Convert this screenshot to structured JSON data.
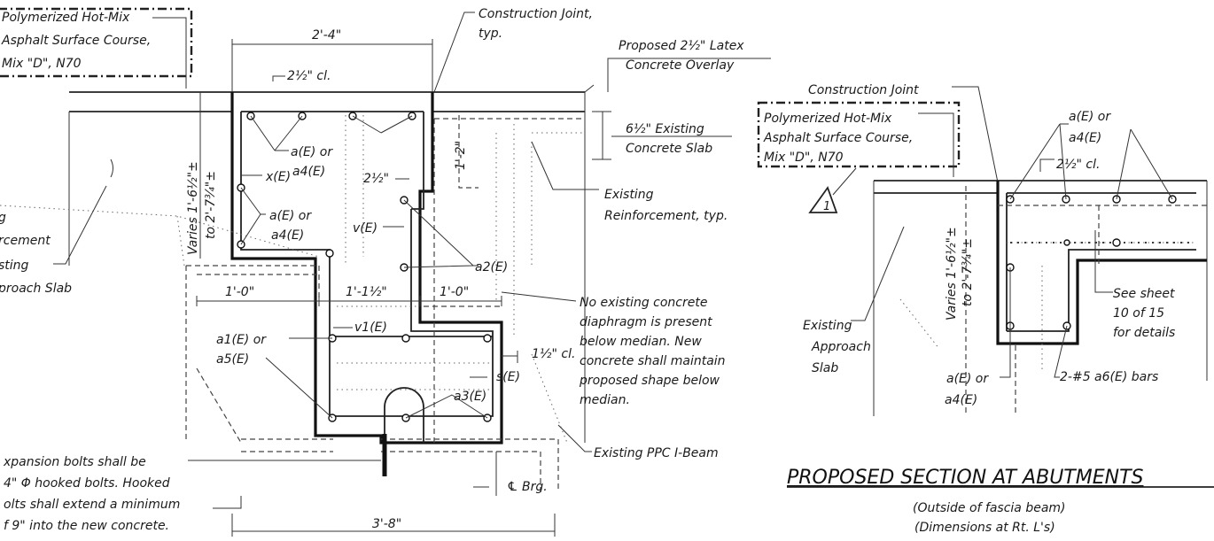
{
  "left_detail": {
    "asphalt_note": [
      "Polymerized Hot-Mix",
      "Asphalt Surface Course,",
      "Mix \"D\", N70"
    ],
    "dim_top": "2'-4\"",
    "clear_top": "2½\" cl.",
    "construction_joint": [
      "Construction Joint,",
      "typ."
    ],
    "latex_overlay": [
      "Proposed 2½\" Latex",
      "Concrete Overlay"
    ],
    "existing_slab": [
      "6½\" Existing",
      "Concrete Slab"
    ],
    "dim_vert_small": "1'-2\"",
    "varies": [
      "Varies 1'-6½\"±",
      "to 2'-7¾\"±"
    ],
    "bar_a_top": [
      "a(E) or",
      "a4(E)"
    ],
    "bar_x": "x(E)",
    "dim_2half": "2½\"",
    "existing_reinf": [
      "Existing",
      "Reinforcement, typ."
    ],
    "bar_a_mid": [
      "a(E) or",
      "a4(E)"
    ],
    "bar_v": "v(E)",
    "bar_a2": "a2(E)",
    "left_cut_labels": [
      "g",
      "rcement",
      "sting",
      "proach Slab"
    ],
    "dim_1_0_left": "1'-0\"",
    "dim_1_1half": "1'-1½\"",
    "dim_1_0_right": "1'-0\"",
    "diaphragm_note": [
      "No existing concrete",
      "diaphragm is present",
      "below median. New",
      "concrete shall maintain",
      "proposed shape below",
      "median."
    ],
    "bar_v1": "v1(E)",
    "bar_a1": [
      "a1(E) or",
      "a5(E)"
    ],
    "clear_bottom": "1½\" cl.",
    "bar_s": "s(E)",
    "bar_a3": "a3(E)",
    "ppc_beam": "Existing PPC I-Beam",
    "bolts_note": [
      "xpansion bolts shall be",
      "4\" Φ hooked bolts. Hooked",
      "olts shall extend a minimum",
      "f 9\" into the new concrete."
    ],
    "brg": "℄ Brg.",
    "dim_bottom": "3'-8\""
  },
  "right_detail": {
    "construction_joint": "Construction Joint",
    "asphalt_note": [
      "Polymerized Hot-Mix",
      "Asphalt Surface Course,",
      "Mix \"D\", N70"
    ],
    "revision_tag": "1",
    "bar_a_top": [
      "a(E) or",
      "a4(E)"
    ],
    "clear_top": "2½\" cl.",
    "varies": [
      "Varies 1'-6½\"±",
      "to 2'-7¾\"±"
    ],
    "see_sheet": [
      "See sheet",
      "10 of 15",
      "for details"
    ],
    "approach_slab": [
      "Existing",
      "Approach",
      "Slab"
    ],
    "bar_a_bottom": [
      "a(E) or",
      "a4(E)"
    ],
    "bars_note": "2-#5 a6(E) bars",
    "title": "PROPOSED SECTION AT ABUTMENTS",
    "subtitle1": "(Outside of fascia beam)",
    "subtitle2": "(Dimensions at Rt. L's)"
  }
}
